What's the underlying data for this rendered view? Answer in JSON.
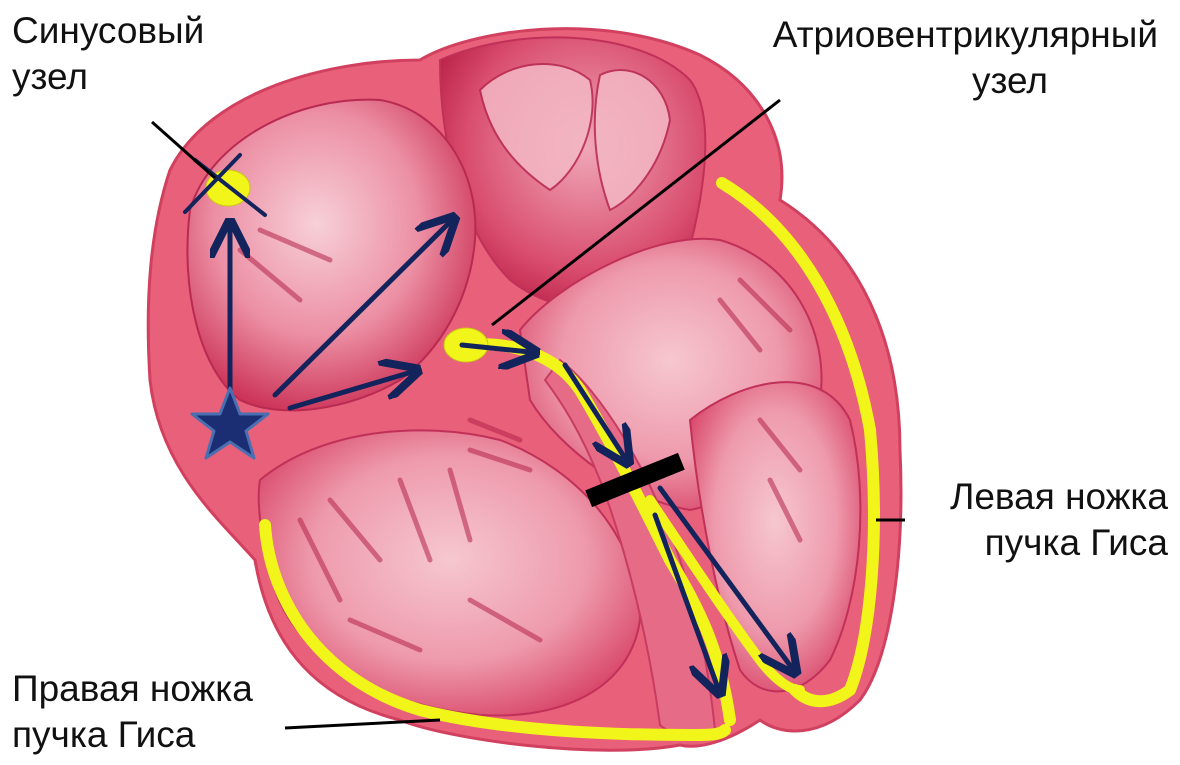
{
  "labels": {
    "sa_node": {
      "line1": "Синусовый",
      "line2": "узел"
    },
    "av_node": {
      "line1": "Атриовентрикулярный",
      "line2": "узел"
    },
    "left_bundle": {
      "line1": "Левая ножка",
      "line2": "пучка Гиса"
    },
    "right_bundle": {
      "line1": "Правая ножка",
      "line2": "пучка Гиса"
    }
  },
  "colors": {
    "heart_outer": "#e8607a",
    "heart_inner": "#f3a3b3",
    "chamber_dark": "#c8284e",
    "conduction_path": "#f2f51a",
    "arrow": "#13235c",
    "ectopic_star": "#1b2d73",
    "block_mark": "#000000",
    "leader_line": "#000000"
  },
  "icons": {
    "ectopic_focus": "star-icon",
    "conduction_block": "block-bar-icon",
    "sa_node_block": "cross-icon"
  }
}
